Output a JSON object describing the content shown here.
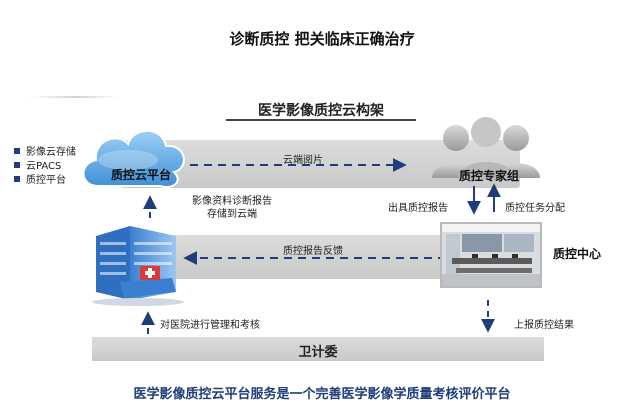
{
  "header": {
    "title": "诊断质控 把关临床正确治疗"
  },
  "diagram": {
    "title": "医学影像质控云构架",
    "legend": [
      "影像云存储",
      "云PACS",
      "质控平台"
    ],
    "nodes": {
      "cloud_platform": "质控云平台",
      "expert_group": "质控专家组",
      "qc_center": "质控中心",
      "health_commission": "卫计委"
    },
    "edges": {
      "cloud_read": "云端阅片",
      "store_line1": "影像资料诊断报告",
      "store_line2": "存储到云端",
      "issue_report": "出具质控报告",
      "assign_task": "质控任务分配",
      "report_feedback": "质控报告反馈",
      "manage_assess": "对医院进行管理和考核",
      "report_results": "上报质控结果"
    }
  },
  "footer": {
    "caption": "医学影像质控云平台服务是一个完善医学影像学质量考核评价平台"
  },
  "colors": {
    "arrow": "#1f3d7a",
    "band": "#d6d6d6",
    "cloud": "#5aa7e6",
    "caption": "#1f3d7a"
  }
}
